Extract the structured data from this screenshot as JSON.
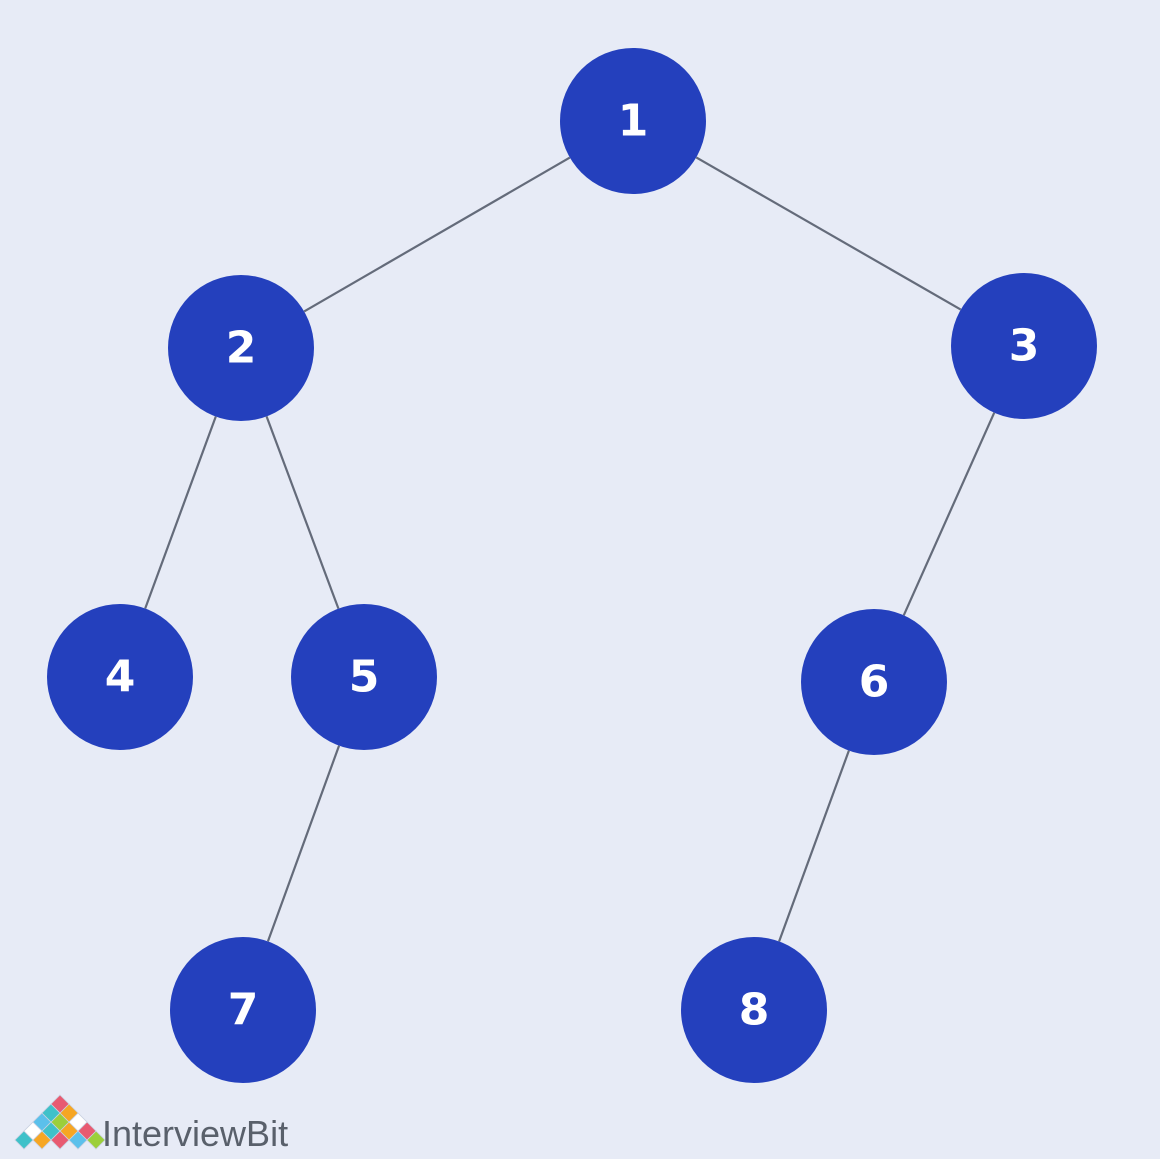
{
  "tree": {
    "nodes": [
      {
        "id": "n1",
        "label": "1"
      },
      {
        "id": "n2",
        "label": "2"
      },
      {
        "id": "n3",
        "label": "3"
      },
      {
        "id": "n4",
        "label": "4"
      },
      {
        "id": "n5",
        "label": "5"
      },
      {
        "id": "n6",
        "label": "6"
      },
      {
        "id": "n7",
        "label": "7"
      },
      {
        "id": "n8",
        "label": "8"
      }
    ],
    "edges": [
      {
        "from": "n1",
        "to": "n2"
      },
      {
        "from": "n1",
        "to": "n3"
      },
      {
        "from": "n2",
        "to": "n4"
      },
      {
        "from": "n2",
        "to": "n5"
      },
      {
        "from": "n3",
        "to": "n6"
      },
      {
        "from": "n5",
        "to": "n7"
      },
      {
        "from": "n6",
        "to": "n8"
      }
    ]
  },
  "colors": {
    "background": "#e7ebf6",
    "node_fill": "#2440bd",
    "node_text": "#ffffff",
    "edge": "#646b7a",
    "logo_text": "#59606b"
  },
  "branding": {
    "logo_text": "InterviewBit",
    "logo_icon": "interviewbit-diamond-grid-icon"
  }
}
